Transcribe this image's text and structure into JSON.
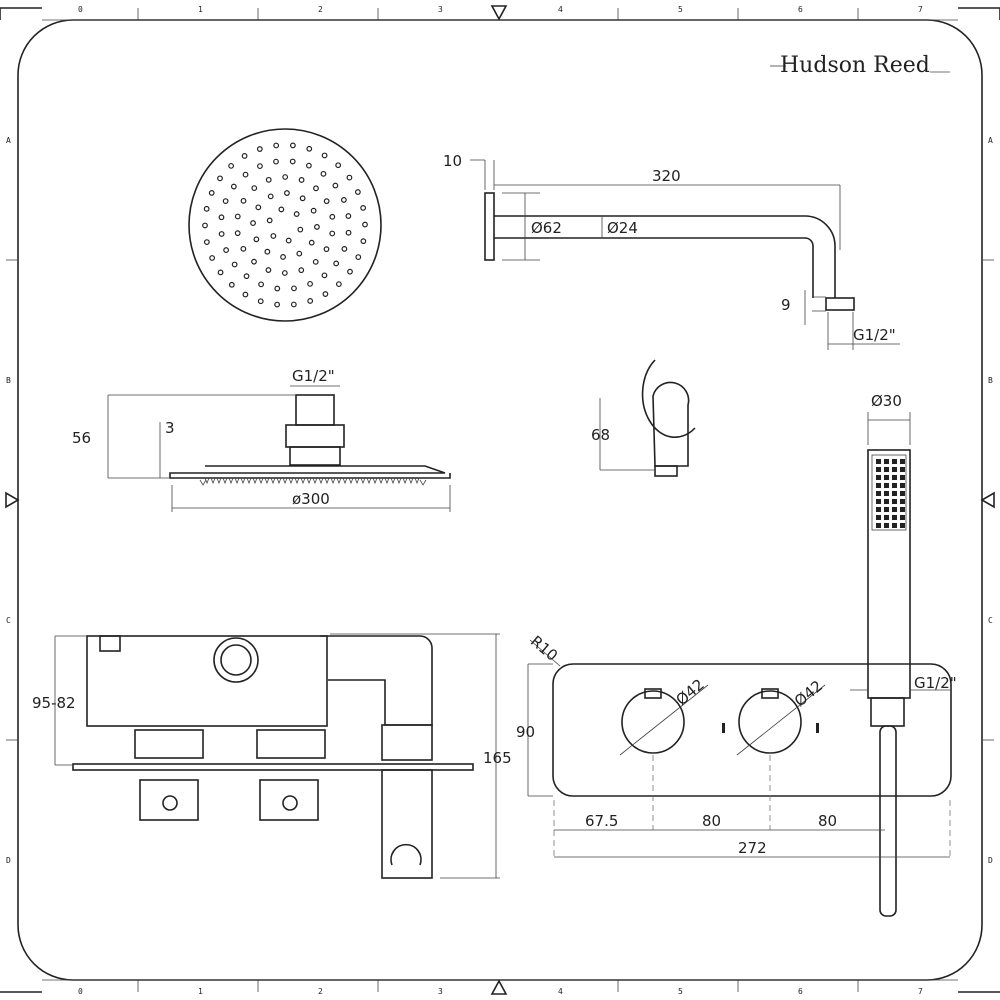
{
  "brand": "Hudson Reed",
  "ruler": {
    "columns": [
      "0",
      "1",
      "2",
      "3",
      "4",
      "5",
      "6",
      "7"
    ],
    "rows": [
      "A",
      "B",
      "C",
      "D"
    ]
  },
  "dimensions": {
    "arm_wall_plate": "10",
    "arm_length": "320",
    "arm_plate_dia": "Ø62",
    "arm_dia": "Ø24",
    "arm_outlet_height": "9",
    "arm_thread": "G1/2\"",
    "head_thread": "G1/2\"",
    "head_height": "56",
    "head_thickness": "3",
    "head_dia": "ø300",
    "outlet_height": "68",
    "handset_dia": "Ø30",
    "valve_depth": "95-82",
    "valve_height": "165",
    "plate_radius": "R10",
    "plate_height": "90",
    "knob1_dia": "Ø42",
    "knob2_dia": "Ø42",
    "hose_thread": "G1/2\"",
    "offset_left": "67.5",
    "spacing_1": "80",
    "spacing_2": "80",
    "plate_width": "272"
  }
}
